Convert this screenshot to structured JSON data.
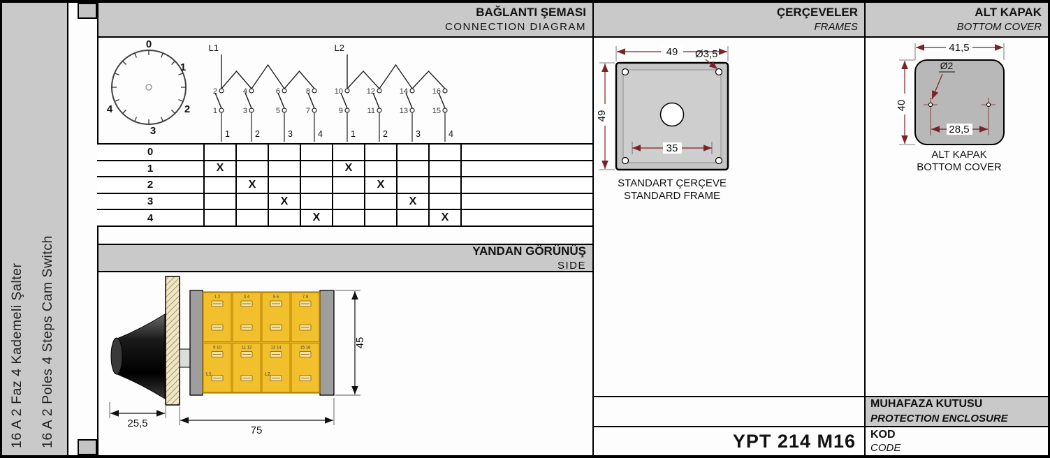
{
  "colors": {
    "header_bg": "#c9c9c9",
    "sidebar_bg": "#c9c9c9",
    "body_yellow": "#f1c02c",
    "dimension_line": "#7a2323",
    "metal_gray": "#9e9e9e"
  },
  "sidebar": {
    "title_tr": "16 A 2 Faz 4 Kademeli Şalter",
    "title_en": "16 A 2 Poles 4 Steps Cam Switch"
  },
  "headers": {
    "connection": {
      "tr": "BAĞLANTI ŞEMASI",
      "en": "CONNECTION DIAGRAM"
    },
    "frames": {
      "tr": "ÇERÇEVELER",
      "en": "FRAMES"
    },
    "bottom_cover": {
      "tr": "ALT KAPAK",
      "en": "BOTTOM COVER"
    },
    "side": {
      "tr": "YANDAN GÖRÜNÜŞ",
      "en": "SIDE"
    },
    "protection": {
      "tr": "MUHAFAZA KUTUSU",
      "en": "PROTECTION ENCLOSURE"
    },
    "code": {
      "tr": "KOD",
      "en": "CODE"
    }
  },
  "code_value": "YPT 214 M16",
  "dial": {
    "positions": [
      "0",
      "1",
      "2",
      "3",
      "4"
    ]
  },
  "diagram": {
    "phases": [
      "L1",
      "L2"
    ],
    "top_terminals": [
      "2",
      "4",
      "6",
      "8",
      "10",
      "12",
      "14",
      "16"
    ],
    "bottom_terminals": [
      "1",
      "3",
      "5",
      "7",
      "9",
      "11",
      "13",
      "15"
    ],
    "column_numbers": [
      "1",
      "2",
      "3",
      "4",
      "1",
      "2",
      "3",
      "4"
    ]
  },
  "switch_table": {
    "mark": "X",
    "rows": [
      {
        "label": "0",
        "marks": [
          0,
          0,
          0,
          0,
          0,
          0,
          0,
          0
        ]
      },
      {
        "label": "1",
        "marks": [
          1,
          0,
          0,
          0,
          1,
          0,
          0,
          0
        ]
      },
      {
        "label": "2",
        "marks": [
          0,
          1,
          0,
          0,
          0,
          1,
          0,
          0
        ]
      },
      {
        "label": "3",
        "marks": [
          0,
          0,
          1,
          0,
          0,
          0,
          1,
          0
        ]
      },
      {
        "label": "4",
        "marks": [
          0,
          0,
          0,
          1,
          0,
          0,
          0,
          1
        ]
      }
    ]
  },
  "frame": {
    "dim_width": "49",
    "dim_height": "49",
    "dim_hole_spacing": "35",
    "dim_hole_dia": "Ø3,5",
    "caption_tr": "STANDART ÇERÇEVE",
    "caption_en": "STANDARD FRAME"
  },
  "cover": {
    "dim_width": "41,5",
    "dim_height": "40",
    "dim_hole_spacing": "28,5",
    "dim_hole_dia": "Ø2",
    "caption_tr": "ALT KAPAK",
    "caption_en": "BOTTOM COVER"
  },
  "side_view": {
    "dim_knob": "25,5",
    "dim_body": "75",
    "dim_height": "45",
    "modules_top": [
      "1 2",
      "3 4",
      "5 6",
      "7 8"
    ],
    "modules_bottom": [
      "9 10",
      "11 12",
      "13 14",
      "15 16"
    ],
    "phase_marks": [
      "L1",
      "L2"
    ]
  }
}
